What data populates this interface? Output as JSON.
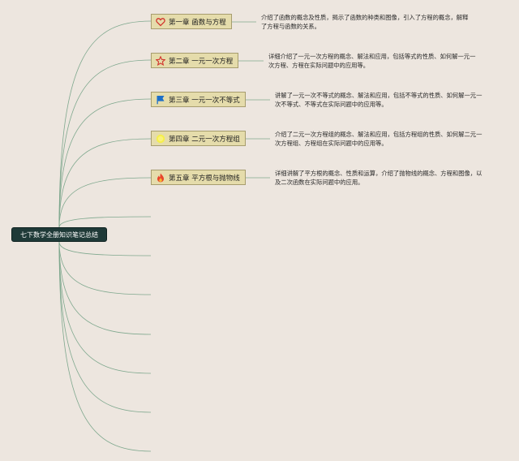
{
  "mindmap": {
    "root": "七下数学全册知识笔记总结",
    "chapters": [
      {
        "title": "第一章 函数与方程",
        "icon": "heart-icon",
        "desc_lines": [
          "介绍了函数的概念及性质，揭示了函数的种类和图像，引入了方程的概念，解释",
          "了方程与函数的关系。"
        ]
      },
      {
        "title": "第二章 一元一次方程",
        "icon": "star-icon",
        "desc_lines": [
          "详细介绍了一元一次方程的概念、解法和应用，包括等式的性质、如何解一元一",
          "次方程、方程在实际问题中的应用等。"
        ]
      },
      {
        "title": "第三章 一元一次不等式",
        "icon": "flag-icon",
        "desc_lines": [
          "讲解了一元一次不等式的概念、解法和应用，包括不等式的性质、如何解一元一",
          "次不等式、不等式在实际问题中的应用等。"
        ]
      },
      {
        "title": "第四章 二元一次方程组",
        "icon": "sun-icon",
        "desc_lines": [
          "介绍了二元一次方程组的概念、解法和应用，包括方程组的性质、如何解二元一",
          "次方程组、方程组在实际问题中的应用等。"
        ]
      },
      {
        "title": "第五章 平方根与抛物线",
        "icon": "fire-icon",
        "desc_lines": [
          "详细讲解了平方根的概念、性质和运算，介绍了抛物线的概念、方程和图像，以",
          "及二次函数在实际问题中的应用。"
        ]
      }
    ],
    "empty_branch_count": 7
  },
  "colors": {
    "background": "#ede6df",
    "root_fill": "#1f3a38",
    "chapter_fill": "#e5dcab",
    "chapter_border": "#a79d6e",
    "branch_line": "#7fa88e"
  }
}
